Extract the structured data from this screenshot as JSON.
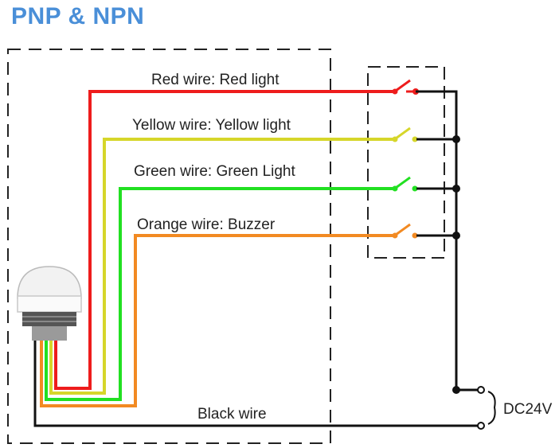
{
  "title": "PNP & NPN",
  "wires": [
    {
      "label": "Red wire: Red light",
      "color": "#ee1c1c"
    },
    {
      "label": "Yellow wire: Yellow light",
      "color": "#d6d62a"
    },
    {
      "label": "Green wire: Green Light",
      "color": "#22e022"
    },
    {
      "label": "Orange wire: Buzzer",
      "color": "#f28a22"
    }
  ],
  "black_wire": {
    "label": "Black wire",
    "color": "#111111"
  },
  "supply": {
    "label": "DC24V"
  },
  "icons": [
    "indicator-light-icon",
    "switch-icon"
  ]
}
